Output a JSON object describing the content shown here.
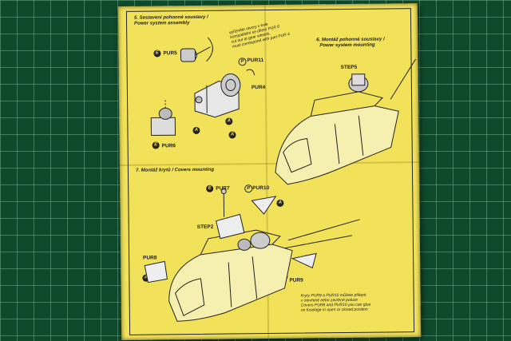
{
  "sections": {
    "s5": {
      "title_cz": "5. Sestavení pohonné soustavy /",
      "title_en": "Power system assembly"
    },
    "s6": {
      "title_cz": "6. Montáž pohonné soustavy /",
      "title_en": "Power system mounting"
    },
    "s7": {
      "title": "7. Montáž krytů / Covers mounting"
    }
  },
  "handwriting_note": [
    "vyřízněte otvory v kole",
    "kompatibilní se dílem PUR 6",
    "cut out at gear wheels,",
    "must correspond with part PUR 4"
  ],
  "parts": {
    "pur5": "PUR5",
    "pur11": "PUR11",
    "pur4": "PUR4",
    "pur6": "PUR6",
    "pur7": "PUR7",
    "pur10": "PUR10",
    "pur8": "PUR8",
    "pur9": "PUR9",
    "step5": "STEP5",
    "step2": "STEP2"
  },
  "markers": {
    "e": "E",
    "p": "P",
    "a": "A"
  },
  "covers_note": [
    "Kryty PUR8 a PUR10 můžete přilepit",
    "v otevřené nebo zavřené poloze",
    "Covers PUR8 and PUR10 you can glue",
    "on fuselage in open or closed position"
  ]
}
